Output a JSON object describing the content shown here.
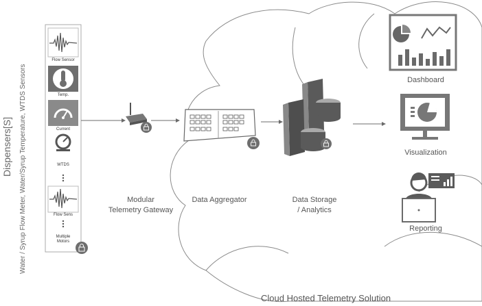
{
  "side": {
    "title": "Dispensers[S]",
    "subtitle": "Water / Syrup Flow Meter, Water/Syrup Temperature, WTDS Sensors"
  },
  "sensors": {
    "flow_sensor": "Flow Sensor",
    "temp": "Temp.",
    "current": "Current",
    "wtds": "WTDS",
    "flow_sens": "Flow Sens",
    "multiple_motors": "Multiple\nMotors"
  },
  "stages": {
    "gateway": "Modular\nTelemetry Gateway",
    "aggregator": "Data Aggregator",
    "storage": "Data Storage\n/ Analytics"
  },
  "outputs": {
    "dashboard": "Dashboard",
    "visualization": "Visualization",
    "reporting": "Reporting"
  },
  "cloud": {
    "caption": "Cloud Hosted Telemetry Solution"
  },
  "colors": {
    "line": "#6b6b6b",
    "icon_dark": "#5a5a5a",
    "icon_mid": "#8a8a8a",
    "icon_light": "#c8c8c8",
    "cloud_stroke": "#8a8a8a"
  }
}
